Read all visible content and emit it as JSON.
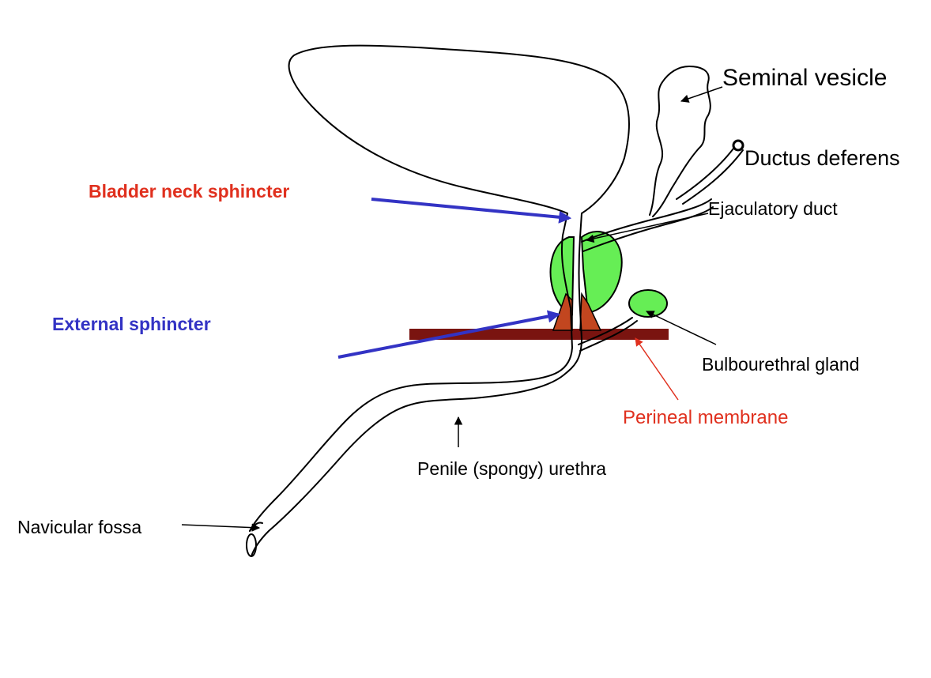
{
  "labels": {
    "seminal_vesicle": "Seminal vesicle",
    "ductus_deferens": "Ductus deferens",
    "ejaculatory_duct": "Ejaculatory duct",
    "bladder_neck_sphincter": "Bladder neck sphincter",
    "external_sphincter": "External sphincter",
    "bulbourethral_gland": "Bulbourethral gland",
    "perineal_membrane": "Perineal membrane",
    "penile_urethra": "Penile (spongy) urethra",
    "navicular_fossa": "Navicular fossa"
  },
  "colors": {
    "outline": "#000000",
    "gland_green": "#66ee55",
    "sphincter_brown": "#c2461f",
    "membrane_dark_red": "#7a1410",
    "label_red": "#e0301e",
    "label_blue": "#3333c4",
    "arrow_blue": "#3333c4",
    "arrow_red": "#e0301e"
  }
}
